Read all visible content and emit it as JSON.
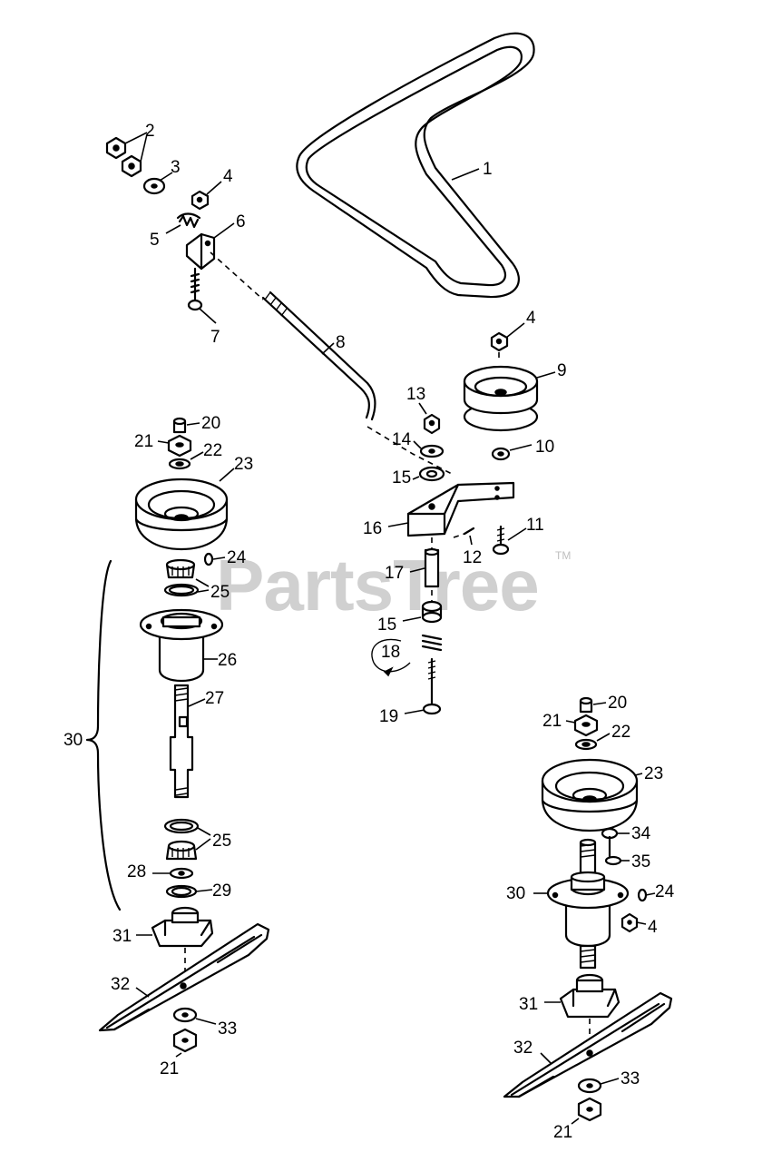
{
  "watermark": {
    "text": "PartsTree",
    "trademark": "TM"
  },
  "callouts": {
    "c1": "1",
    "c2": "2",
    "c3": "3",
    "c4a": "4",
    "c5": "5",
    "c6": "6",
    "c7": "7",
    "c8": "8",
    "c4b": "4",
    "c9": "9",
    "c10": "10",
    "c11": "11",
    "c12": "12",
    "c13": "13",
    "c14": "14",
    "c15a": "15",
    "c15b": "15",
    "c16": "16",
    "c17": "17",
    "c18": "18",
    "c19": "19",
    "l20": "20",
    "l21a": "21",
    "l22": "22",
    "l23": "23",
    "l24": "24",
    "l25a": "25",
    "l26": "26",
    "l27": "27",
    "l30": "30",
    "l25b": "25",
    "l28": "28",
    "l29": "29",
    "l31": "31",
    "l32": "32",
    "l33": "33",
    "l21b": "21",
    "r20": "20",
    "r21a": "21",
    "r22": "22",
    "r23": "23",
    "r34": "34",
    "r35": "35",
    "r30": "30",
    "r24": "24",
    "r4": "4",
    "r31": "31",
    "r32": "32",
    "r33": "33",
    "r21b": "21"
  }
}
